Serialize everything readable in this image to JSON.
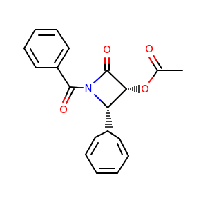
{
  "molecule": {
    "atoms": {
      "n1": "N",
      "o_carbonyl": "O",
      "o_ester": "O",
      "o_acetyl": "O",
      "o_benzoyl": "O"
    },
    "colors": {
      "carbon": "#000000",
      "oxygen": "#ff0000",
      "nitrogen": "#0000ff"
    }
  }
}
